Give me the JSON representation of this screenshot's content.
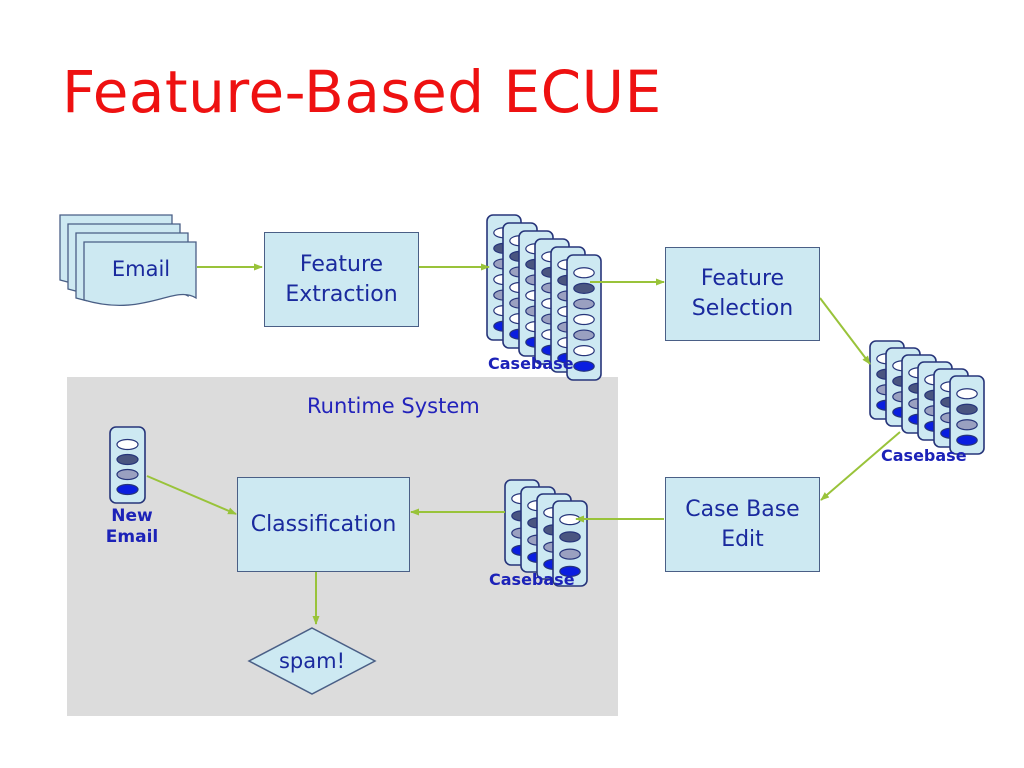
{
  "slide": {
    "title": "Feature-Based ECUE"
  },
  "nodes": {
    "email": "Email",
    "feature_extraction": "Feature\nExtraction",
    "feature_selection": "Feature\nSelection",
    "case_base_edit": "Case Base\nEdit",
    "classification": "Classification",
    "spam": "spam!"
  },
  "casebase_labels": {
    "after_extraction": "Casebase",
    "after_selection": "Casebase",
    "after_edit": "Casebase"
  },
  "runtime": {
    "label": "Runtime System",
    "new_email": "New\nEmail"
  },
  "colors": {
    "title": "#ee1111",
    "box_fill": "#cde9f2",
    "box_border": "#4a5f86",
    "text": "#1a2a9e",
    "arrow": "#99c33a",
    "panel": "#dcdcdc"
  }
}
